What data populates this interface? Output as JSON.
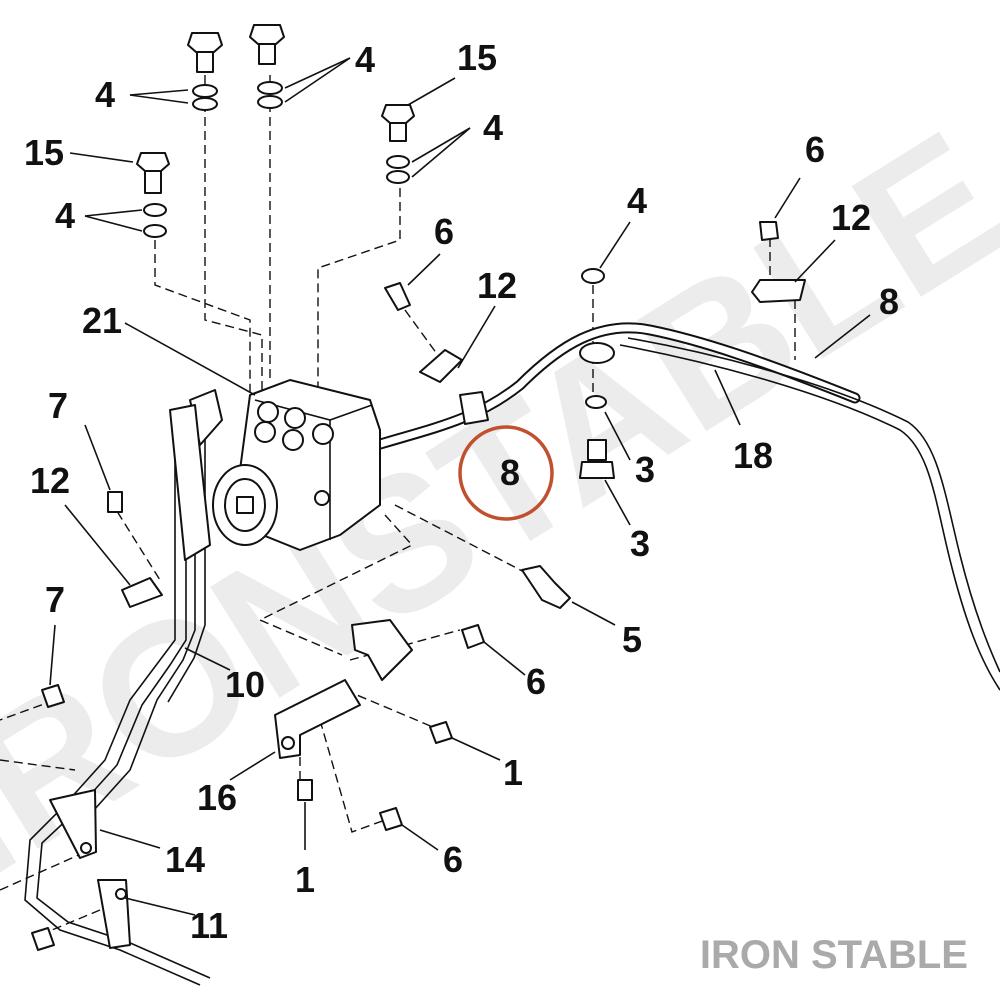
{
  "watermark": {
    "text": "IRONSTABLE",
    "color": "#ececec"
  },
  "brand": {
    "text": "IRON STABLE",
    "color": "#aaaaaa"
  },
  "highlight": {
    "label": "8",
    "color": "#c0502e"
  },
  "callouts": [
    "4",
    "4",
    "15",
    "15",
    "4",
    "4",
    "4",
    "6",
    "12",
    "21",
    "12",
    "6",
    "8",
    "7",
    "12",
    "8",
    "3",
    "18",
    "3",
    "5",
    "7",
    "10",
    "6",
    "16",
    "1",
    "14",
    "1",
    "6",
    "11"
  ]
}
